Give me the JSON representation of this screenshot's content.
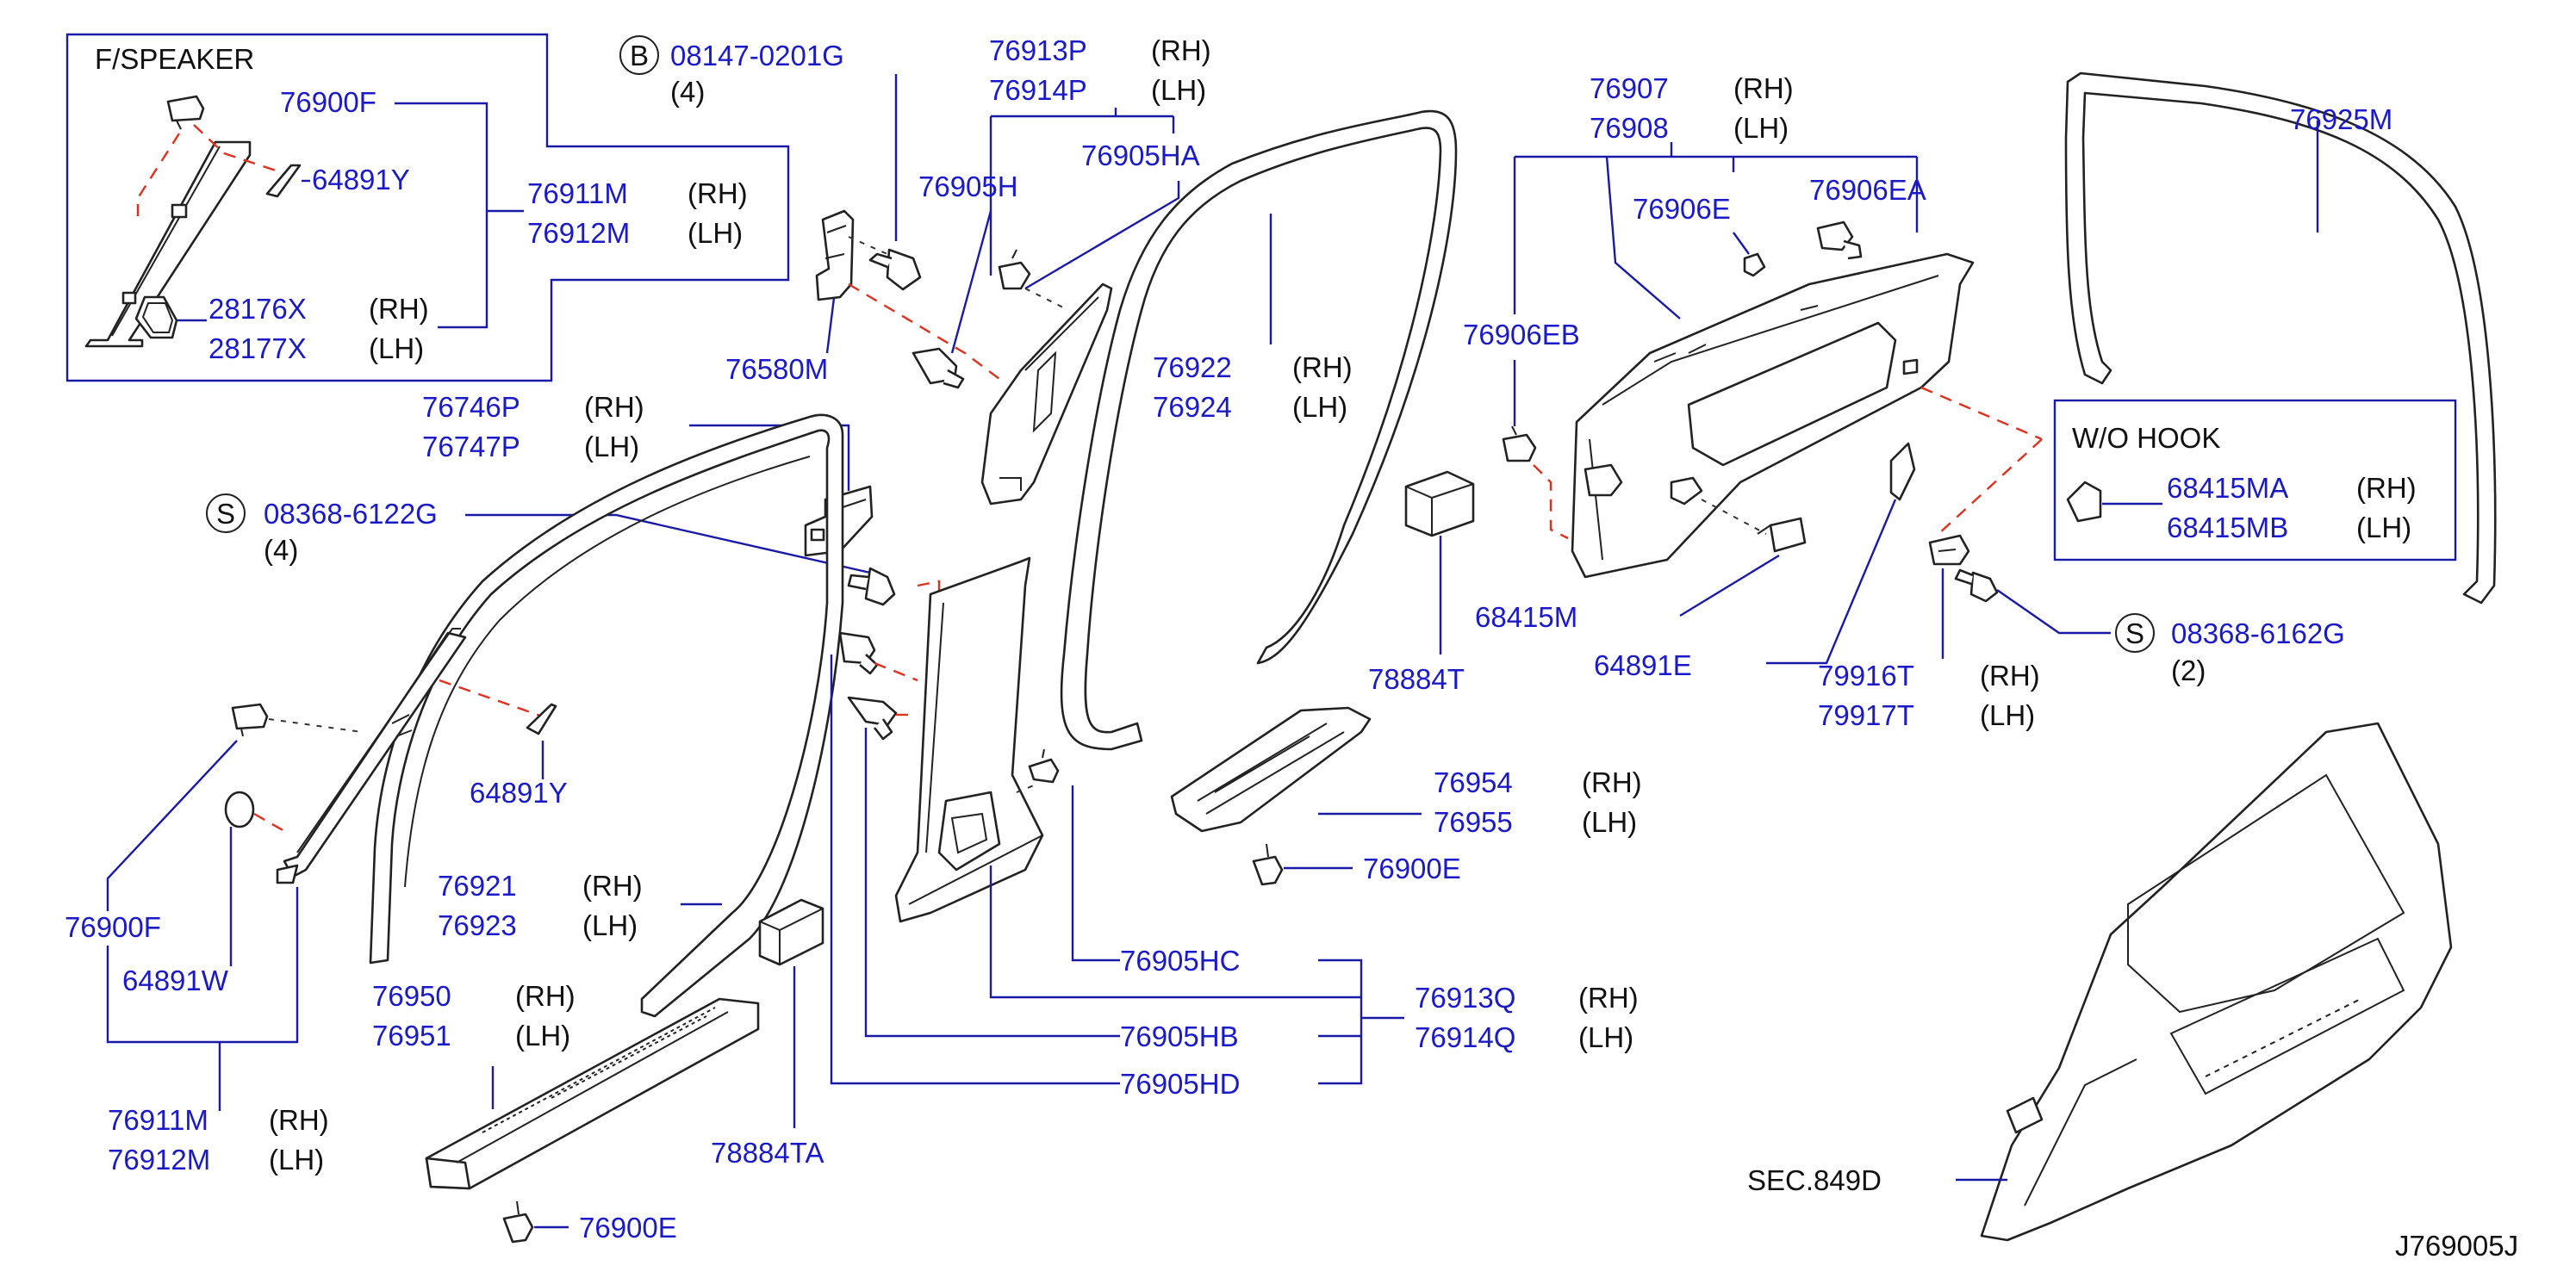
{
  "labels": {
    "f_speaker": "F/SPEAKER",
    "p76900F_top": "76900F",
    "p64891Y_top": "64891Y",
    "p76911M_top": "76911M",
    "p76912M_top": "76912M",
    "p28176X": "28176X",
    "p28177X": "28177X",
    "p08147": "08147-0201G",
    "qty4_b": "(4)",
    "p76913P": "76913P",
    "p76914P": "76914P",
    "p76905HA": "76905HA",
    "p76905H": "76905H",
    "p76580M": "76580M",
    "p76922": "76922",
    "p76924": "76924",
    "p76746P": "76746P",
    "p76747P": "76747P",
    "p08368_6122G": "08368-6122G",
    "qty4_s": "(4)",
    "p76907": "76907",
    "p76908": "76908",
    "p76906E": "76906E",
    "p76906EA": "76906EA",
    "p76906EB": "76906EB",
    "p76925M": "76925M",
    "wo_hook": "W/O   HOOK",
    "p68415MA": "68415MA",
    "p68415MB": "68415MB",
    "p68415M": "68415M",
    "p78884T": "78884T",
    "p64891E": "64891E",
    "p79916T": "79916T",
    "p79917T": "79917T",
    "p08368_6162G": "08368-6162G",
    "qty2": "(2)",
    "p64891Y_mid": "64891Y",
    "p76900F_mid": "76900F",
    "p64891W": "64891W",
    "p76911M_bot": "76911M",
    "p76912M_bot": "76912M",
    "p76921": "76921",
    "p76923": "76923",
    "p76950": "76950",
    "p76951": "76951",
    "p76900E_bot": "76900E",
    "p78884TA": "78884TA",
    "p76954": "76954",
    "p76955": "76955",
    "p76900E_mid": "76900E",
    "p76905HC": "76905HC",
    "p76905HB": "76905HB",
    "p76905HD": "76905HD",
    "p76913Q": "76913Q",
    "p76914Q": "76914Q",
    "sec849D": "SEC.849D",
    "diagram_id": "J769005J",
    "rh": "(RH)",
    "lh": "(LH)",
    "circle_b": "B",
    "circle_s": "S"
  },
  "colors": {
    "part_number": "#1a1ac8",
    "leader": "#1a1aa8",
    "hidden_line": "#e0301e",
    "outline": "#222222"
  }
}
